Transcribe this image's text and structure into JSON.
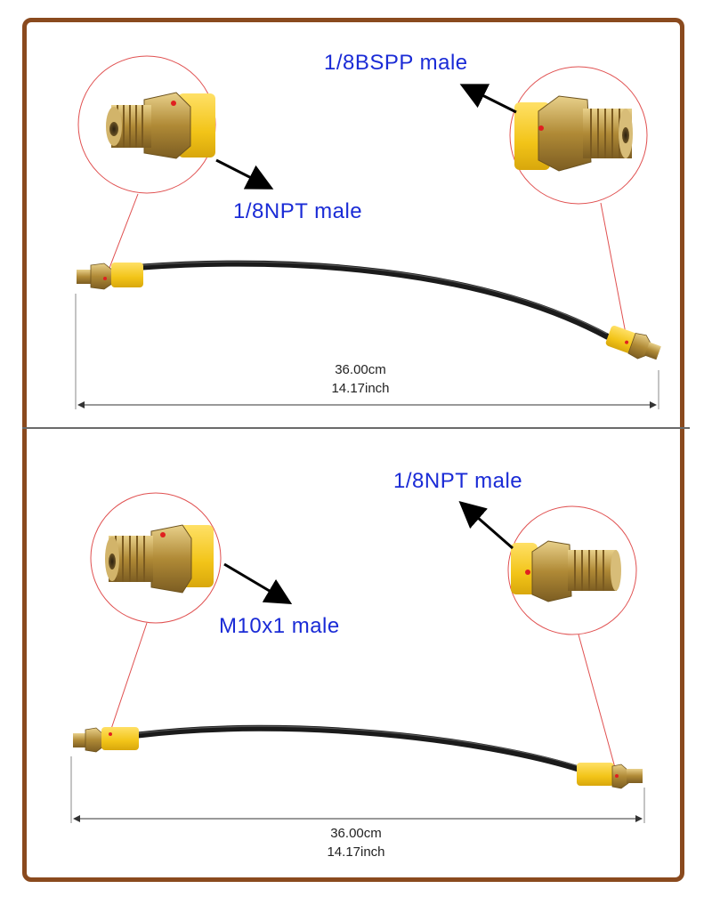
{
  "panels": [
    {
      "left_callout": "1/8NPT male",
      "right_callout": "1/8BSPP male",
      "length_cm": "36.00cm",
      "length_inch": "14.17inch"
    },
    {
      "left_callout": "M10x1 male",
      "right_callout": "1/8NPT male",
      "length_cm": "36.00cm",
      "length_inch": "14.17inch"
    }
  ],
  "colors": {
    "frame": "#8a4a1e",
    "callout_text": "#1a2bd6",
    "hose": "#1b1b1b",
    "sleeve": "#f2c418",
    "brass": "#c7a24a",
    "leader": "#e05050"
  }
}
